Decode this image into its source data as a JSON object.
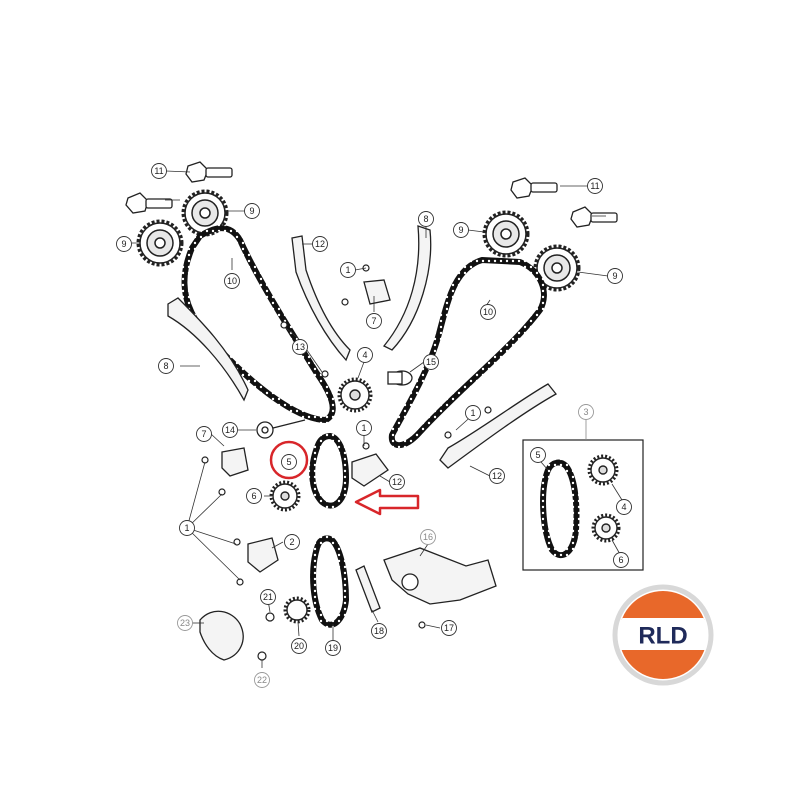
{
  "logo": {
    "text": "RLD",
    "colors": {
      "top": "#e8682a",
      "bottom": "#e8682a",
      "band": "#ffffff",
      "text": "#1f2a5a",
      "ring": "#d8d8d8"
    }
  },
  "highlight": {
    "part": "5",
    "circle_color": "#d8262a",
    "arrow_color": "#d8262a"
  },
  "callouts": [
    {
      "id": "c11a",
      "label": "11"
    },
    {
      "id": "c11b",
      "label": "11"
    },
    {
      "id": "c9a",
      "label": "9"
    },
    {
      "id": "c9b",
      "label": "9"
    },
    {
      "id": "c9c",
      "label": "9"
    },
    {
      "id": "c9d",
      "label": "9"
    },
    {
      "id": "c10a",
      "label": "10"
    },
    {
      "id": "c10b",
      "label": "10"
    },
    {
      "id": "c12a",
      "label": "12"
    },
    {
      "id": "c12b",
      "label": "12"
    },
    {
      "id": "c12c",
      "label": "12"
    },
    {
      "id": "c8a",
      "label": "8"
    },
    {
      "id": "c8b",
      "label": "8"
    },
    {
      "id": "c1a",
      "label": "1"
    },
    {
      "id": "c1b",
      "label": "1"
    },
    {
      "id": "c1c",
      "label": "1"
    },
    {
      "id": "c1d",
      "label": "1"
    },
    {
      "id": "c7a",
      "label": "7"
    },
    {
      "id": "c7b",
      "label": "7"
    },
    {
      "id": "c13",
      "label": "13"
    },
    {
      "id": "c4a",
      "label": "4"
    },
    {
      "id": "c15",
      "label": "15"
    },
    {
      "id": "c14",
      "label": "14"
    },
    {
      "id": "c5a",
      "label": "5"
    },
    {
      "id": "c6a",
      "label": "6"
    },
    {
      "id": "c2",
      "label": "2"
    },
    {
      "id": "c3",
      "label": "3",
      "grey": true
    },
    {
      "id": "c5b",
      "label": "5"
    },
    {
      "id": "c4b",
      "label": "4"
    },
    {
      "id": "c6b",
      "label": "6"
    },
    {
      "id": "c16",
      "label": "16",
      "grey": true
    },
    {
      "id": "c21",
      "label": "21"
    },
    {
      "id": "c20",
      "label": "20"
    },
    {
      "id": "c19",
      "label": "19"
    },
    {
      "id": "c18",
      "label": "18"
    },
    {
      "id": "c17",
      "label": "17"
    },
    {
      "id": "c23",
      "label": "23",
      "grey": true
    },
    {
      "id": "c22",
      "label": "22",
      "grey": true
    }
  ]
}
